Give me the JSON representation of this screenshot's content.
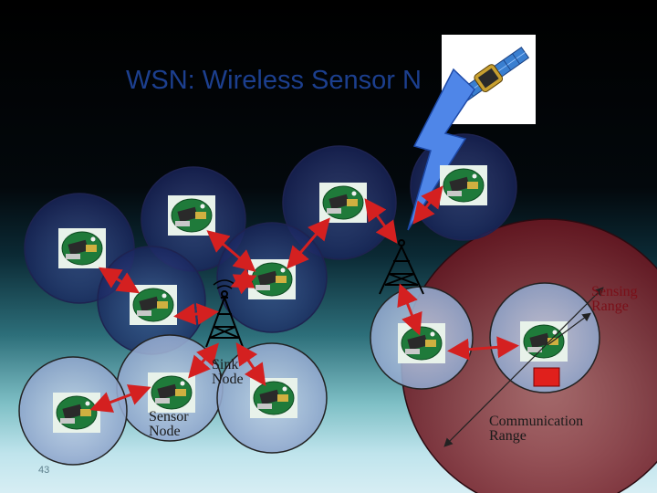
{
  "slide": {
    "title": "WSN: Wireless Sensor N",
    "page_number": "43"
  },
  "labels": {
    "sink_node": "Sink\nNode",
    "sensor_node": "Sensor\nNode",
    "sensing_range": "Sensing\nRange",
    "communication_range": "Communication\nRange"
  },
  "colors": {
    "arrow": "#d42020",
    "range_circle": "#2b3a7a",
    "sensing_area": "#8a1a24",
    "event_marker": "#e0201c",
    "title": "#1c3f8e"
  },
  "icons": [
    "satellite-icon",
    "lightning-icon",
    "sink-tower-icon",
    "sensor-board-icon"
  ]
}
